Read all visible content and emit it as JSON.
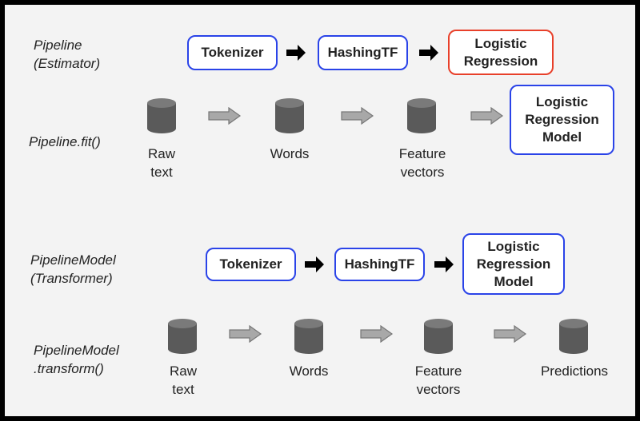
{
  "rows": {
    "pipeline_estimator": "Pipeline\n(Estimator)",
    "pipeline_fit": "Pipeline.fit()",
    "pipelinemodel_transformer": "PipelineModel\n(Transformer)",
    "pipelinemodel_transform": "PipelineModel\n.transform()"
  },
  "estimator_stages": {
    "tokenizer": "Tokenizer",
    "hashingtf": "HashingTF",
    "logistic_regression": "Logistic\nRegression"
  },
  "fit_flow": {
    "raw_text": "Raw\ntext",
    "words": "Words",
    "feature_vectors": "Feature\nvectors",
    "model": "Logistic\nRegression\nModel"
  },
  "transformer_stages": {
    "tokenizer": "Tokenizer",
    "hashingtf": "HashingTF",
    "model": "Logistic\nRegression\nModel"
  },
  "transform_flow": {
    "raw_text": "Raw\ntext",
    "words": "Words",
    "feature_vectors": "Feature\nvectors",
    "predictions": "Predictions"
  },
  "colors": {
    "stage_border": "#2a43e8",
    "estimator_border": "#e8402a",
    "cylinder": "#5a5a5a",
    "data_arrow": "#a8a8a8"
  }
}
